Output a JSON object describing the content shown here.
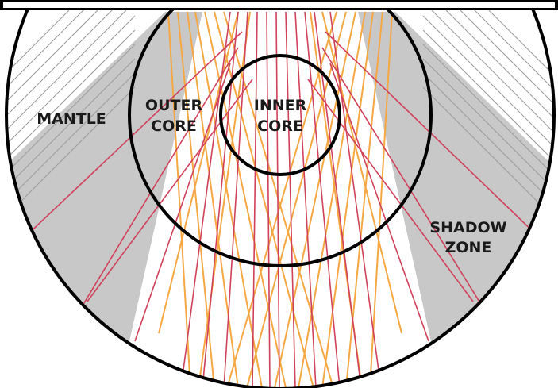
{
  "labels": {
    "mantle": "MANTLE",
    "outer_core_line1": "OUTER",
    "outer_core_line2": "CORE",
    "inner_core_line1": "INNER",
    "inner_core_line2": "CORE",
    "shadow_zone_line1": "SHADOW",
    "shadow_zone_line2": "ZONE"
  },
  "colors": {
    "background": "#ffffff",
    "outline": "#000000",
    "shadow_zone": "#c8c8c8",
    "p_wave_rays": "#f5a742",
    "s_wave_rays": "#d0415a",
    "mantle_hatch": "#9a9a9a"
  }
}
